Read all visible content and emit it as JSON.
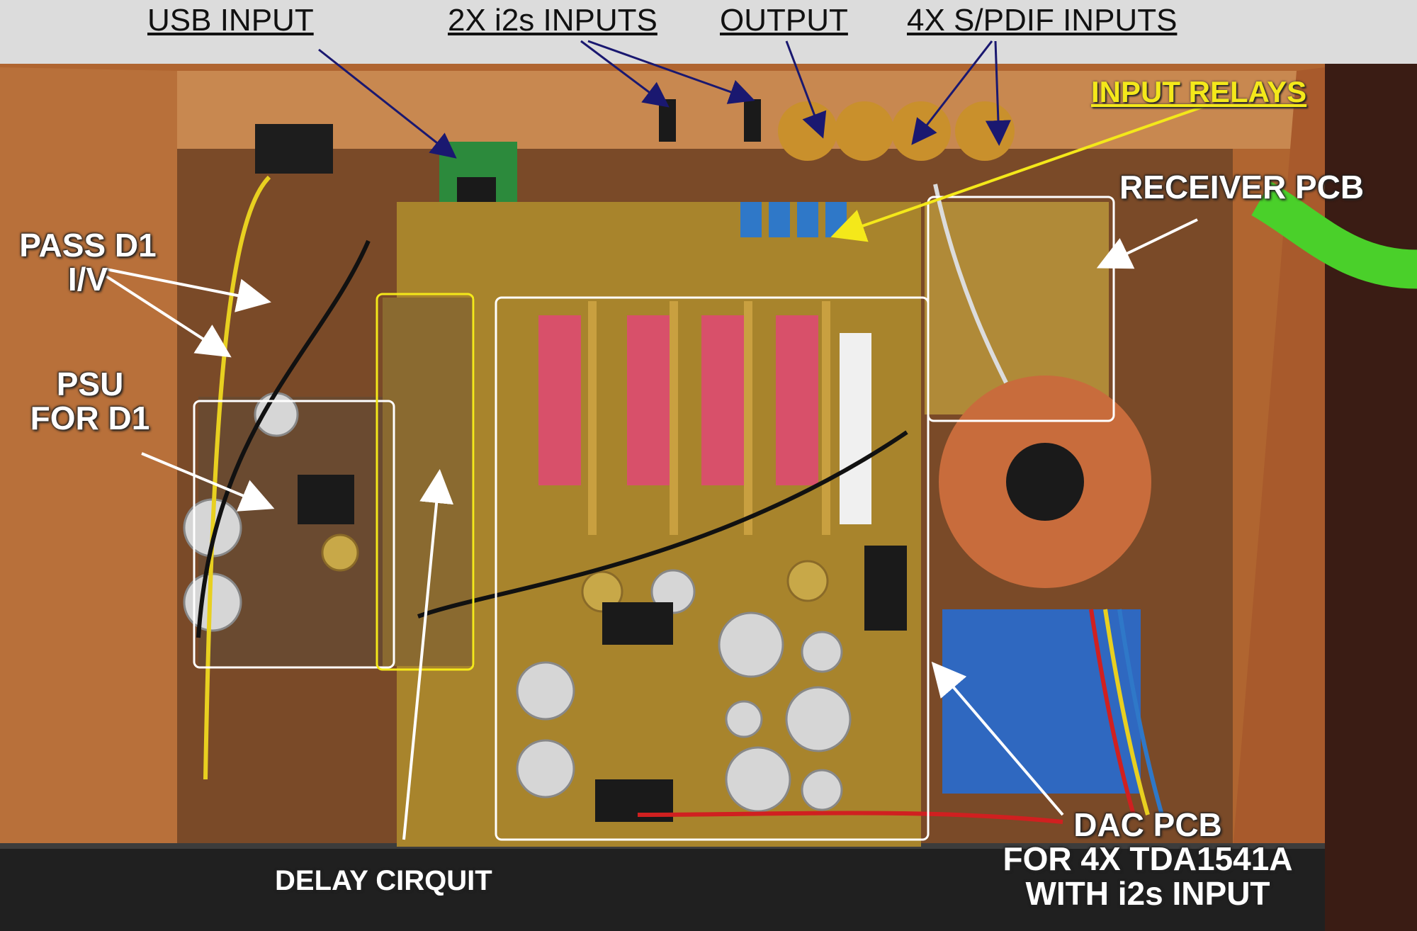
{
  "labels": {
    "usb_input": "USB INPUT",
    "i2s_inputs": "2X i2s  INPUTS",
    "output": "OUTPUT",
    "spdif_inputs": "4X  S/PDIF INPUTS",
    "input_relays": "INPUT RELAYS",
    "receiver_pcb": "RECEIVER PCB",
    "pass_d1_line1": "PASS D1",
    "pass_d1_line2": "I/V",
    "psu_line1": "PSU",
    "psu_line2": "FOR D1",
    "delay_circuit": "DELAY CIRQUIT",
    "dac_line1": "DAC PCB",
    "dac_line2": "FOR  4X TDA1541A",
    "dac_line3": "WITH i2s INPUT"
  },
  "colors": {
    "arrow_navy": "#1a1870",
    "arrow_white": "#ffffff",
    "arrow_yellow": "#f4e81a",
    "box_white": "#ffffff",
    "box_yellow": "#f4e81a",
    "wood": "#b86a34",
    "pcb_gold": "#a8842c",
    "capacitor_red": "#d8506a"
  }
}
